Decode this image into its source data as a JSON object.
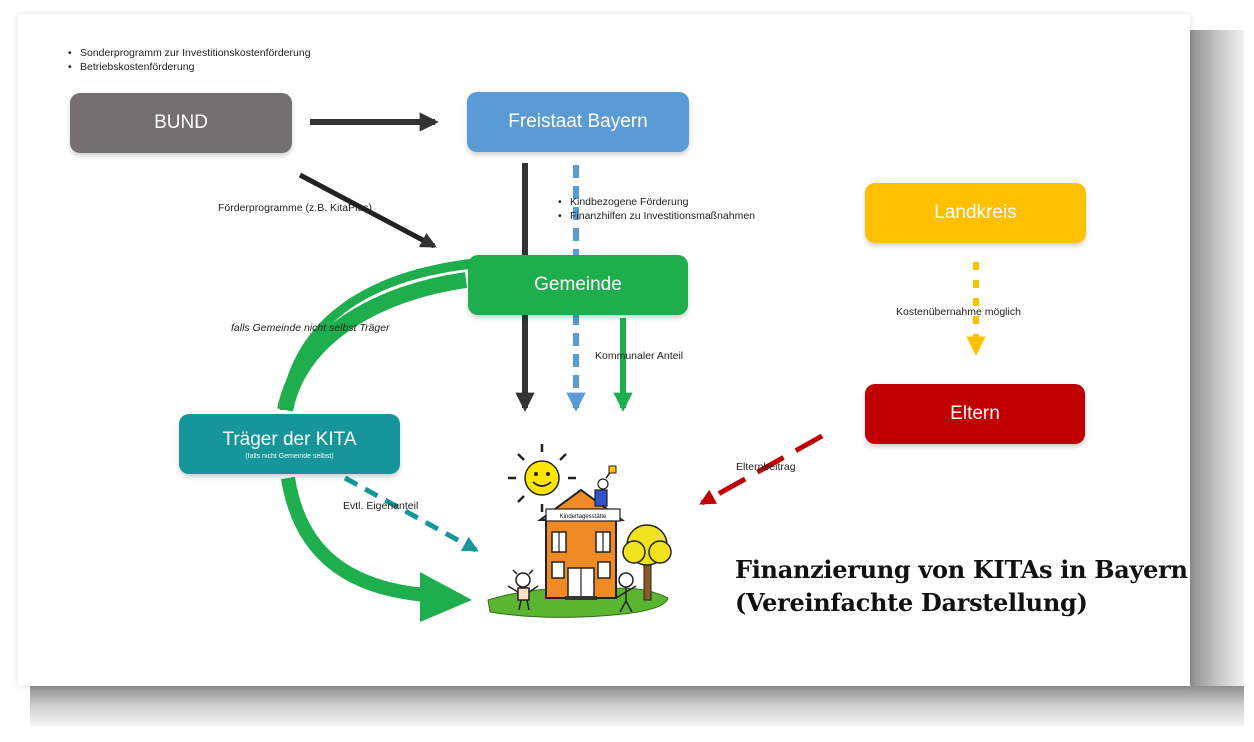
{
  "boxes": {
    "bund": {
      "label": "BUND",
      "color": "#757070"
    },
    "freistaat": {
      "label": "Freistaat Bayern",
      "color": "#5b9bd5"
    },
    "gemeinde": {
      "label": "Gemeinde",
      "color": "#1fae4e"
    },
    "landkreis": {
      "label": "Landkreis",
      "color": "#ffc000"
    },
    "eltern": {
      "label": "Eltern",
      "color": "#c00000"
    },
    "traeger": {
      "label": "Träger der KITA",
      "sublabel": "(falls nicht Gemeinde selbst)",
      "color": "#16969a"
    }
  },
  "notes": {
    "bund_bullets": [
      "Sonderprogramm zur Investitionskostenförderung",
      "Betriebskostenförderung"
    ],
    "freistaat_bullets": [
      "Kindbezogene Förderung",
      "Finanzhilfen zu Investitionsmaßnahmen"
    ],
    "foerderprogramme": "Förderprogramme (z.B. KitaPlus)",
    "falls_gemeinde": "falls Gemeinde nicht selbst Träger",
    "kommunaler_anteil": "Kommunaler Anteil",
    "kostenuebernahme": "Kostenübernahme möglich",
    "elternbeitrag": "Elternbeitrag",
    "eigenanteil": "Evtl. Eigenanteil",
    "building_sign": "Kindertagesstätte"
  },
  "title": {
    "line1": "Finanzierung von KITAs in Bayern",
    "line2": "(Vereinfachte Darstellung)"
  }
}
